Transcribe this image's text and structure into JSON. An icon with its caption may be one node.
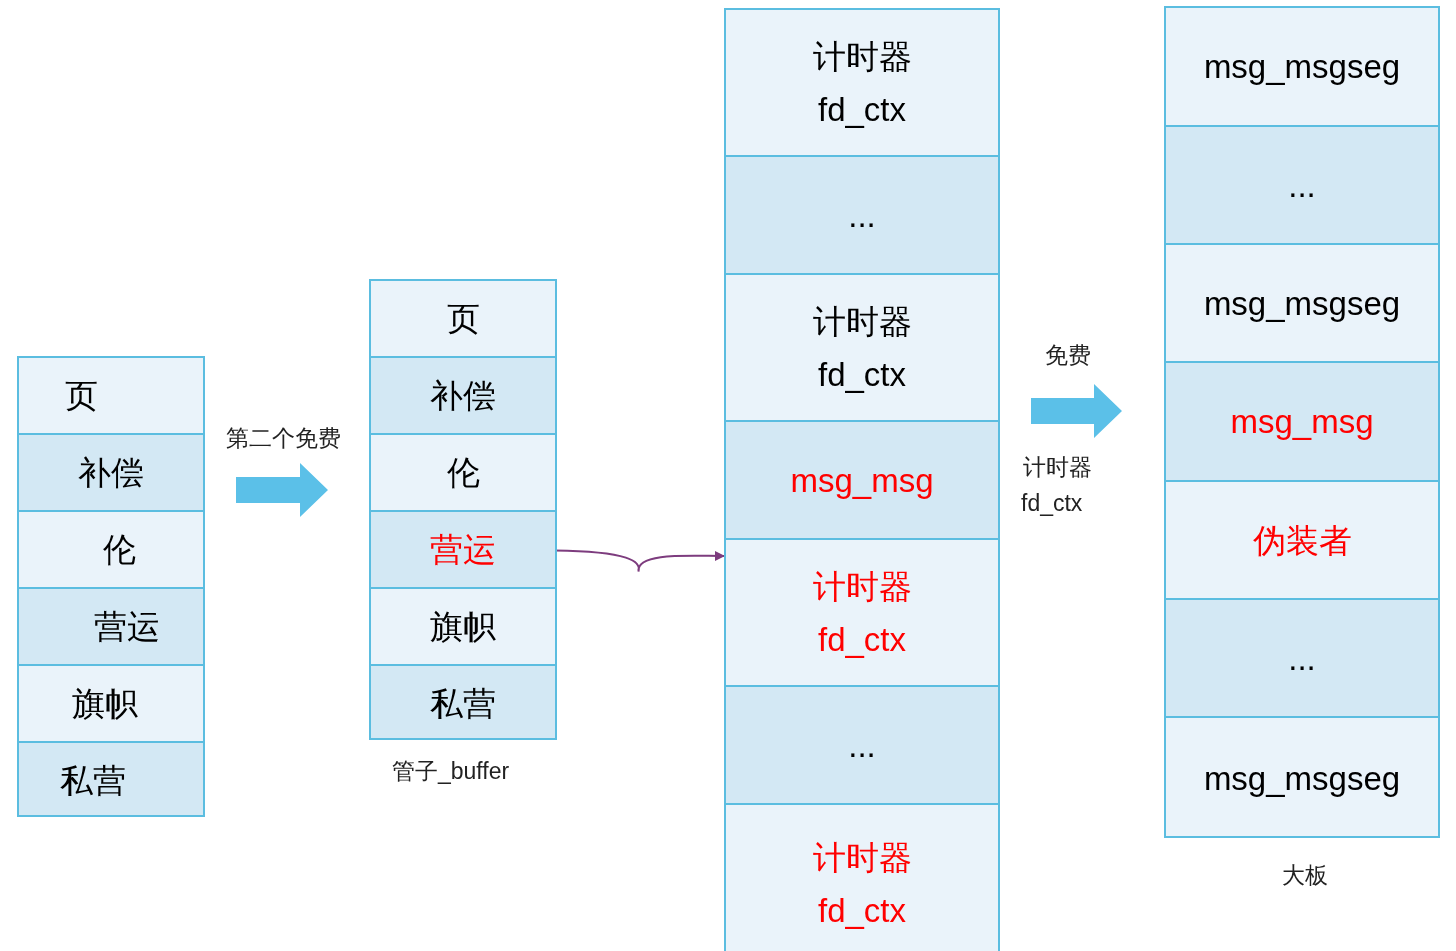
{
  "diagram": {
    "nodes": [
      {
        "text": [],
        "shape": "box"
      },
      {
        "text": [
          "页"
        ],
        "in": 0
      },
      {
        "text": [
          "补偿"
        ],
        "in": 0
      },
      {
        "text": [
          "伦"
        ],
        "in": 0
      },
      {
        "text": [
          "营运"
        ],
        "in": 0
      },
      {
        "text": [
          "旗帜"
        ],
        "in": 0
      },
      {
        "text": [
          "私营"
        ],
        "in": 0
      },
      {
        "text": [],
        "shape": "box",
        "beside": [
          "管子_buffer"
        ]
      },
      {
        "text": [
          "页"
        ],
        "in": 7
      },
      {
        "text": [
          "补偿"
        ],
        "in": 7
      },
      {
        "text": [
          "伦"
        ],
        "in": 7
      },
      {
        "text": [
          "营运"
        ],
        "in": 7
      },
      {
        "text": [
          "旗帜"
        ],
        "in": 7
      },
      {
        "text": [
          "私营"
        ],
        "in": 7
      },
      {
        "text": [],
        "shape": "box"
      },
      {
        "text": [
          "计时器",
          "fd_ctx"
        ],
        "in": 14
      },
      {
        "text": [
          "..."
        ],
        "in": 14
      },
      {
        "text": [
          "计时器",
          "fd_ctx"
        ],
        "in": 14
      },
      {
        "text": [
          "msg_msg"
        ],
        "in": 14
      },
      {
        "text": [
          "计时器",
          "fd_ctx"
        ],
        "in": 14
      },
      {
        "text": [
          "..."
        ],
        "in": 14
      },
      {
        "text": [
          "计时器",
          "fd_ctx"
        ],
        "in": 14
      },
      {
        "text": [],
        "shape": "box",
        "beside": [
          "大板"
        ]
      },
      {
        "text": [
          "msg_msgseg"
        ],
        "in": 22
      },
      {
        "text": [
          "..."
        ],
        "in": 22
      },
      {
        "text": [
          "msg_msgseg"
        ],
        "in": 22
      },
      {
        "text": [
          "msg_msg"
        ],
        "in": 22
      },
      {
        "text": [
          "伪装者"
        ],
        "in": 22
      },
      {
        "text": [
          "..."
        ],
        "in": 22
      },
      {
        "text": [
          "msg_msgseg"
        ],
        "in": 22
      }
    ],
    "edges": [
      {
        "from": 0,
        "to": 7,
        "arrow": "to",
        "label": "第二个免费",
        "style": "thick",
        "color": "#5bc0e8"
      },
      {
        "from": 11,
        "to": 14,
        "arrow": "to",
        "color": "#7d3c7e"
      },
      {
        "from": 14,
        "to": 22,
        "arrow": "to",
        "label": "免费",
        "style": "thick",
        "color": "#5bc0e8"
      }
    ],
    "labels": [
      "计时器",
      "fd_ctx"
    ]
  }
}
